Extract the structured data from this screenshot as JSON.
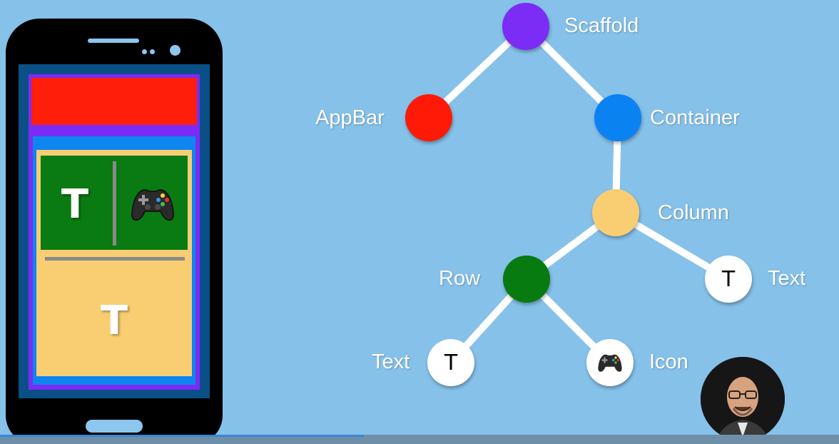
{
  "phone": {
    "colors": {
      "body": "#000000",
      "screen": "#0b4f88",
      "scaffold": "#7a2cf6",
      "appbar": "#ff1e0a",
      "container": "#0d86f0",
      "column": "#f9ce73",
      "row": "#0a7a12",
      "divider": "#8a8a8a"
    },
    "row_text_glyph": "T",
    "row_icon": "gamepad-icon",
    "column_text_glyph": "T"
  },
  "tree": {
    "nodes": {
      "scaffold": {
        "label": "Scaffold",
        "color": "#7b2cf5"
      },
      "appbar": {
        "label": "AppBar",
        "color": "#ff1a08"
      },
      "container": {
        "label": "Container",
        "color": "#0a82f2"
      },
      "column": {
        "label": "Column",
        "color": "#f9ce73"
      },
      "row": {
        "label": "Row",
        "color": "#077a10"
      },
      "text_right": {
        "label": "Text",
        "color": "#ffffff",
        "glyph": "T"
      },
      "text_left": {
        "label": "Text",
        "color": "#ffffff",
        "glyph": "T"
      },
      "icon": {
        "label": "Icon",
        "color": "#ffffff",
        "icon": "gamepad-icon"
      }
    },
    "edges": [
      [
        "scaffold",
        "appbar"
      ],
      [
        "scaffold",
        "container"
      ],
      [
        "container",
        "column"
      ],
      [
        "column",
        "row"
      ],
      [
        "column",
        "text_right"
      ],
      [
        "row",
        "text_left"
      ],
      [
        "row",
        "icon"
      ]
    ],
    "edge_color": "#ffffff"
  },
  "presenter": {
    "icon": "presenter-avatar-icon"
  }
}
